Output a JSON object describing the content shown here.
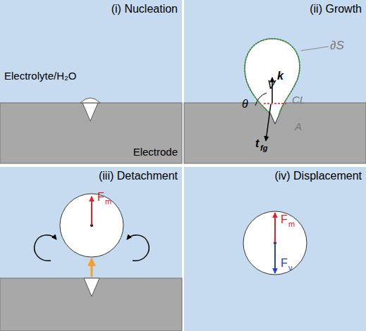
{
  "diagram": {
    "nodes": [
      {
        "text": [
          "(i) Nucleation"
        ]
      },
      {
        "text": [
          "(ii) Growth"
        ]
      },
      {
        "text": [
          "(iii) Detachment"
        ]
      },
      {
        "text": [
          "(iv) Displacement"
        ]
      }
    ],
    "labels": [
      "Electrolyte/H₂O",
      "Electrode",
      "∂S",
      "V",
      "θ",
      "k",
      "CL",
      "A",
      "t",
      "fg",
      "F",
      "m",
      "F",
      "m",
      "F",
      "ν"
    ]
  }
}
